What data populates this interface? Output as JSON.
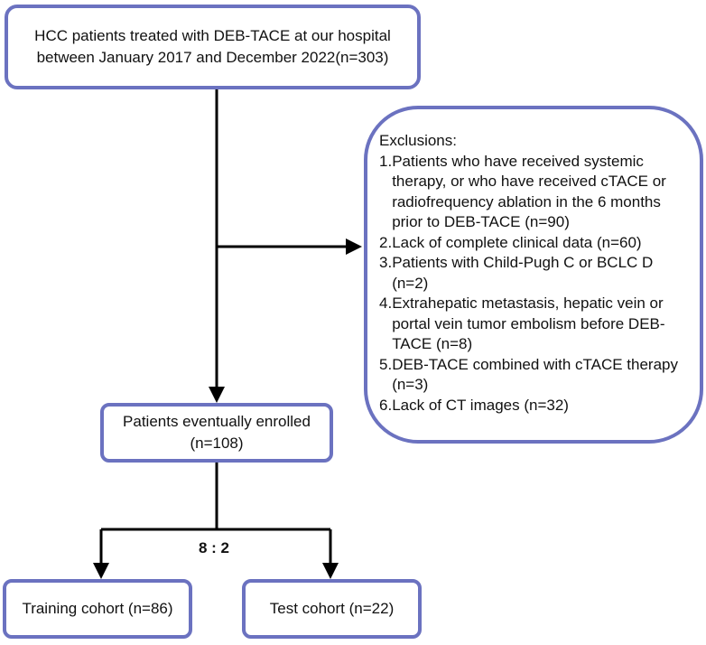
{
  "top_box": {
    "line1": "HCC patients treated with DEB-TACE at our hospital",
    "line2": "between January 2017 and December 2022(n=303)"
  },
  "exclusions": {
    "title": "Exclusions:",
    "items": [
      {
        "num": "1.",
        "text": "Patients who have received systemic therapy, or who have received cTACE or radiofrequency ablation in the 6 months prior to DEB-TACE (n=90)"
      },
      {
        "num": "2.",
        "text": "Lack of complete clinical data (n=60)"
      },
      {
        "num": "3.",
        "text": "Patients with Child-Pugh C or BCLC D (n=2)"
      },
      {
        "num": "4.",
        "text": "Extrahepatic metastasis, hepatic vein or portal vein tumor embolism before DEB-TACE (n=8)"
      },
      {
        "num": "5.",
        "text": "DEB-TACE combined with cTACE therapy  (n=3)"
      },
      {
        "num": "6.",
        "text": "Lack of CT images (n=32)"
      }
    ]
  },
  "enrolled": {
    "line1": "Patients eventually enrolled",
    "line2": "(n=108)"
  },
  "ratio": "8 : 2",
  "training": "Training cohort (n=86)",
  "test": "Test cohort (n=22)",
  "colors": {
    "box_border": "#6b72c0",
    "arrow": "#000000"
  }
}
